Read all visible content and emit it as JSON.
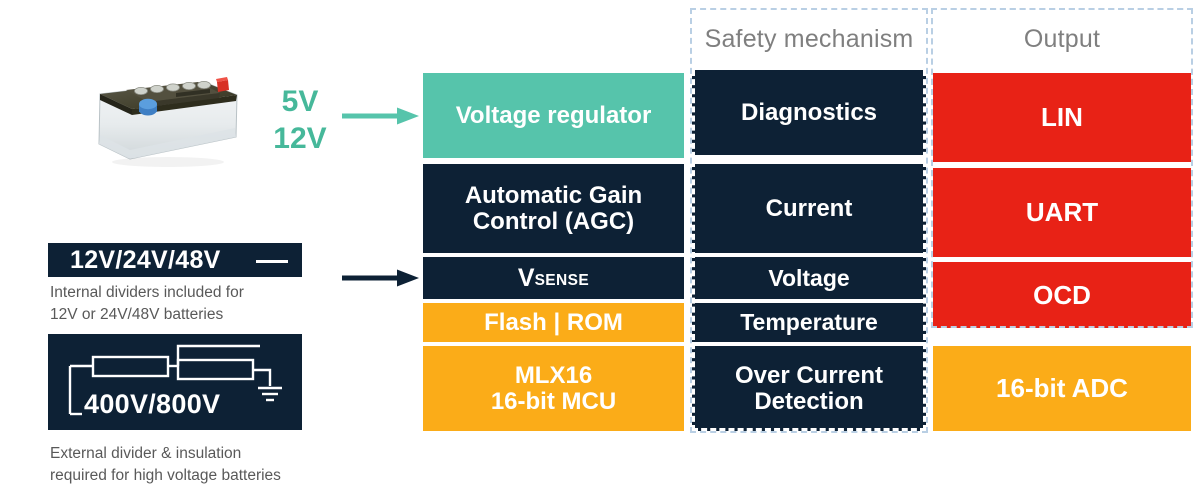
{
  "left_panel": {
    "battery_image_alt": "car-battery-photo",
    "supply_voltages": "5V\n12V",
    "supply_voltage_lines": [
      "5V",
      "12V"
    ],
    "arrow_top_color": "#56c4ab",
    "arrow_bottom_color": "#0d2135",
    "badge": {
      "label": "12V/24V/48V",
      "caption": "Internal dividers included for\n12V or 24V/48V batteries",
      "caption_lines": [
        "Internal dividers included for",
        "12V or 24V/48V batteries"
      ]
    },
    "hv_box": {
      "label": "400V/800V",
      "caption": "External divider & insulation\nrequired for high voltage batteries",
      "caption_lines": [
        "External divider & insulation",
        "required for high voltage batteries"
      ]
    }
  },
  "columns": [
    {
      "name": "device-blocks",
      "header": "",
      "blocks": [
        {
          "label": "Voltage regulator",
          "color": "#56c4ab",
          "label2": ""
        },
        {
          "label": "Automatic Gain",
          "label2": "Control (AGC)",
          "color": "#0d2135"
        },
        {
          "label": "V",
          "label2": "SENSE",
          "color": "#0d2135"
        },
        {
          "label": "Flash | ROM",
          "label2": "",
          "color": "#fbac18"
        },
        {
          "label": "MLX16",
          "label2": "16-bit MCU",
          "color": "#fbac18"
        }
      ]
    },
    {
      "name": "safety-mechanism",
      "header": "Safety mechanism",
      "blocks": [
        {
          "label": "Diagnostics",
          "label2": "",
          "color": "#0d2135"
        },
        {
          "label": "Current",
          "label2": "",
          "color": "#0d2135"
        },
        {
          "label": "Voltage",
          "label2": "",
          "color": "#0d2135"
        },
        {
          "label": "Temperature",
          "label2": "",
          "color": "#0d2135"
        },
        {
          "label": "Over Current",
          "label2": "Detection",
          "color": "#0d2135"
        }
      ]
    },
    {
      "name": "output",
      "header": "Output",
      "blocks": [
        {
          "label": "LIN",
          "label2": "",
          "color": "#e82216"
        },
        {
          "label": "UART",
          "label2": "",
          "color": "#e82216"
        },
        {
          "label": "OCD",
          "label2": "",
          "color": "#e82216"
        },
        {
          "label": "16-bit ADC",
          "label2": "",
          "color": "#fbac18"
        }
      ]
    }
  ],
  "palette": {
    "navy": "#0d2135",
    "teal": "#56c4ab",
    "orange": "#fbac18",
    "red": "#e82216",
    "header_gray": "#7f7f7f",
    "caption_gray": "#595959",
    "dash_blue": "#b9cfe4"
  }
}
